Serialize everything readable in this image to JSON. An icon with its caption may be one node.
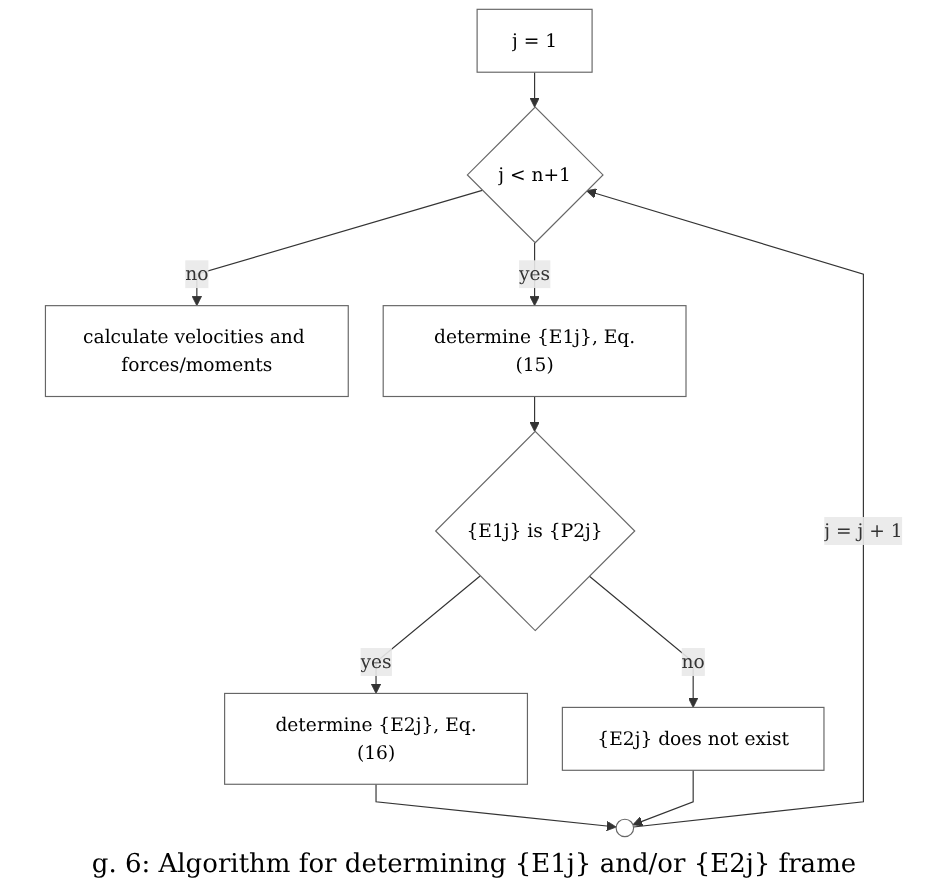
{
  "diagram": {
    "caption": "g. 6: Algorithm for determining {E1j} and/or {E2j} frame",
    "nodes": [
      {
        "text": [
          "j = 1"
        ]
      },
      {
        "text": [
          "j < n+1"
        ]
      },
      {
        "text": [
          "calculate velocities and forces/moments"
        ]
      },
      {
        "text": [
          "determine {E1j}, Eq.(15)"
        ]
      },
      {
        "text": [
          "{E1j} is {P2j}"
        ]
      },
      {
        "text": [
          "determine {E2j}, Eq.(16)"
        ]
      },
      {
        "text": [
          "{E2j} does not exist"
        ]
      },
      {
        "text": [],
        "shape": "circle"
      }
    ],
    "edges": [
      {
        "from": 0,
        "to": 1,
        "arrow": "to"
      },
      {
        "from": 1,
        "to": 2,
        "arrow": "to",
        "label": "no"
      },
      {
        "from": 1,
        "to": 3,
        "arrow": "to",
        "label": "yes"
      },
      {
        "from": 3,
        "to": 4,
        "arrow": "to"
      },
      {
        "from": 4,
        "to": 5,
        "arrow": "to",
        "label": "yes"
      },
      {
        "from": 4,
        "to": 6,
        "arrow": "to",
        "label": "no"
      },
      {
        "from": 5,
        "to": 7,
        "arrow": "to"
      },
      {
        "from": 6,
        "to": 7,
        "arrow": "to"
      },
      {
        "from": 7,
        "to": 1,
        "arrow": "to",
        "label": "j = j + 1"
      }
    ]
  }
}
